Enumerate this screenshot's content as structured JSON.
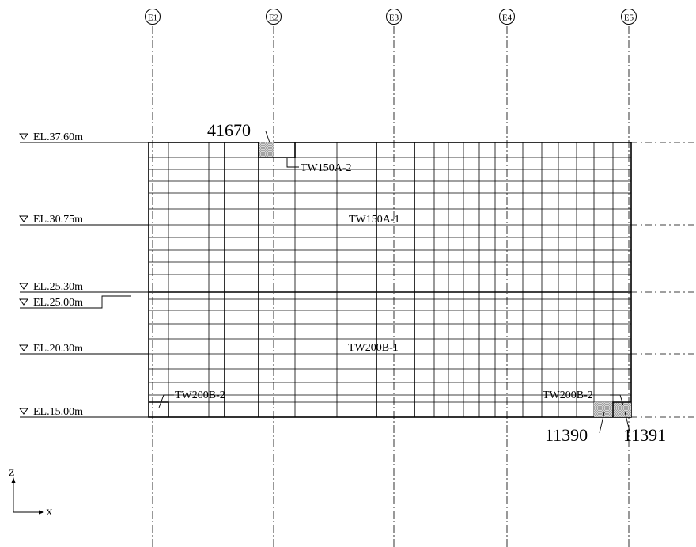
{
  "grid_axes": [
    "E1",
    "E2",
    "E3",
    "E4",
    "E5"
  ],
  "elevations": [
    "EL.37.60m",
    "EL.30.75m",
    "EL.25.30m",
    "EL.25.00m",
    "EL.20.30m",
    "EL.15.00m"
  ],
  "wall_labels": {
    "upper_main": "TW150A-1",
    "upper_small": "TW150A-2",
    "lower_main": "TW200B-1",
    "lower_left": "TW200B-2",
    "lower_right": "TW200B-2"
  },
  "element_numbers": {
    "top": "41670",
    "bottom_left": "11390",
    "bottom_right": "11391"
  },
  "coord_axes": {
    "z": "Z",
    "x": "X"
  },
  "colors": {
    "line": "#000000",
    "hatch": "#888888"
  }
}
